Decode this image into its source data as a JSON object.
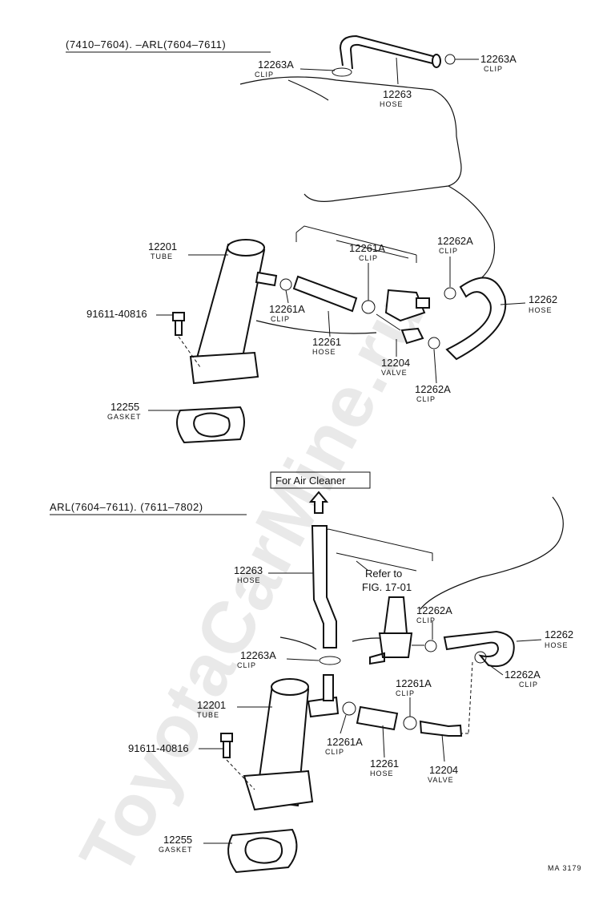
{
  "watermark": "ToyotaCarMine.ru",
  "sections": [
    {
      "header": "(7410–7604). –ARL(7604–7611)"
    },
    {
      "header": "ARL(7604–7611). (7611–7802)"
    }
  ],
  "air_cleaner_label": "For Air Cleaner",
  "refer_note": {
    "line1": "Refer to",
    "line2": "FIG. 17-01"
  },
  "callouts_top": [
    {
      "part": "12263A",
      "desc": "CLIP"
    },
    {
      "part": "12263A",
      "desc": "CLIP"
    },
    {
      "part": "12263",
      "desc": "HOSE"
    },
    {
      "part": "12201",
      "desc": "TUBE"
    },
    {
      "part": "12261A",
      "desc": "CLIP"
    },
    {
      "part": "12262A",
      "desc": "CLIP"
    },
    {
      "part": "12262",
      "desc": "HOSE"
    },
    {
      "part": "91611-40816",
      "desc": ""
    },
    {
      "part": "12261A",
      "desc": "CLIP"
    },
    {
      "part": "12261",
      "desc": "HOSE"
    },
    {
      "part": "12204",
      "desc": "VALVE"
    },
    {
      "part": "12262A",
      "desc": "CLIP"
    },
    {
      "part": "12255",
      "desc": "GASKET"
    }
  ],
  "callouts_bottom": [
    {
      "part": "12263",
      "desc": "HOSE"
    },
    {
      "part": "12262A",
      "desc": "CLIP"
    },
    {
      "part": "12262",
      "desc": "HOSE"
    },
    {
      "part": "12263A",
      "desc": "CLIP"
    },
    {
      "part": "12262A",
      "desc": "CLIP"
    },
    {
      "part": "12261A",
      "desc": "CLIP"
    },
    {
      "part": "12201",
      "desc": "TUBE"
    },
    {
      "part": "91611-40816",
      "desc": ""
    },
    {
      "part": "12261A",
      "desc": "CLIP"
    },
    {
      "part": "12261",
      "desc": "HOSE"
    },
    {
      "part": "12204",
      "desc": "VALVE"
    },
    {
      "part": "12255",
      "desc": "GASKET"
    }
  ],
  "figure_code": "MA 3179"
}
